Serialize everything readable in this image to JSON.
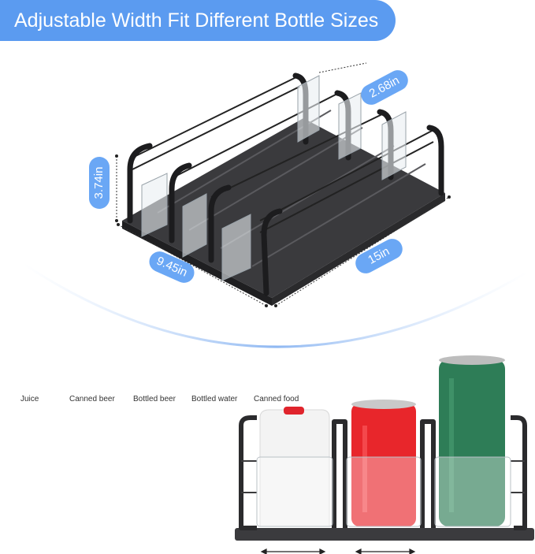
{
  "banner": {
    "title": "Adjustable Width Fit Different Bottle Sizes"
  },
  "dimensions": {
    "slot_width": "2.68in",
    "height": "3.74in",
    "width": "9.45in",
    "length": "15in"
  },
  "categories": [
    "Juice",
    "Canned beer",
    "Bottled beer",
    "Bottled water",
    "Canned food"
  ],
  "colors": {
    "accent": "#5b9bf0",
    "can_red": "#e8262b",
    "can_green": "#2e7d57",
    "rack": "#2b2b2d"
  }
}
